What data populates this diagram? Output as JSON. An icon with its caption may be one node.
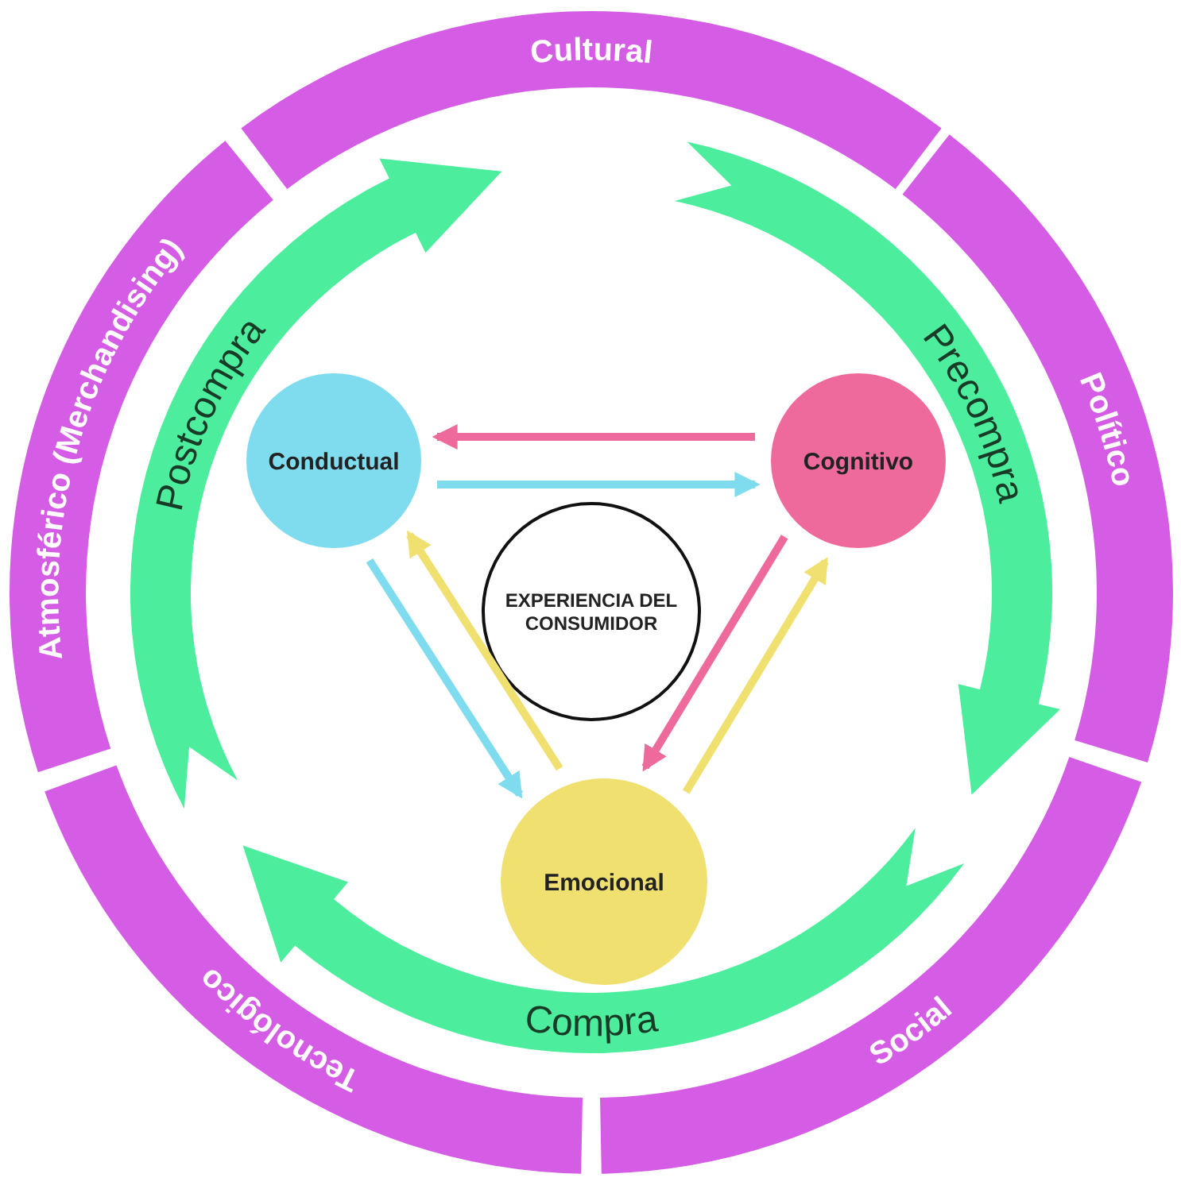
{
  "diagram": {
    "nodes": [
      {
        "text": [
          "Cultural"
        ]
      },
      {
        "text": [
          "Político"
        ]
      },
      {
        "text": [
          "Social"
        ]
      },
      {
        "text": [
          "Tecnológico"
        ]
      },
      {
        "text": [
          "Atmosférico (Merchandising)"
        ]
      },
      {
        "text": [
          "Precompra"
        ]
      },
      {
        "text": [
          "Compra"
        ]
      },
      {
        "text": [
          "Postcompra"
        ]
      },
      {
        "text": [
          "Conductual"
        ]
      },
      {
        "text": [
          "Cognitivo"
        ]
      },
      {
        "text": [
          "EXPERIENCIA DEL CONSUMIDOR"
        ]
      },
      {
        "text": [
          "Emocional"
        ]
      }
    ],
    "edges": [
      {
        "from": 9,
        "to": 8,
        "arrow": "to",
        "color": "#ee6a9c"
      },
      {
        "from": 8,
        "to": 9,
        "arrow": "to",
        "color": "#7fdcef"
      },
      {
        "from": 8,
        "to": 11,
        "arrow": "to",
        "color": "#7fdcef"
      },
      {
        "from": 11,
        "to": 8,
        "arrow": "to",
        "color": "#f0e070"
      },
      {
        "from": 9,
        "to": 11,
        "arrow": "to",
        "color": "#ee6a9c"
      },
      {
        "from": 11,
        "to": 9,
        "arrow": "to",
        "color": "#f0e070"
      }
    ]
  }
}
